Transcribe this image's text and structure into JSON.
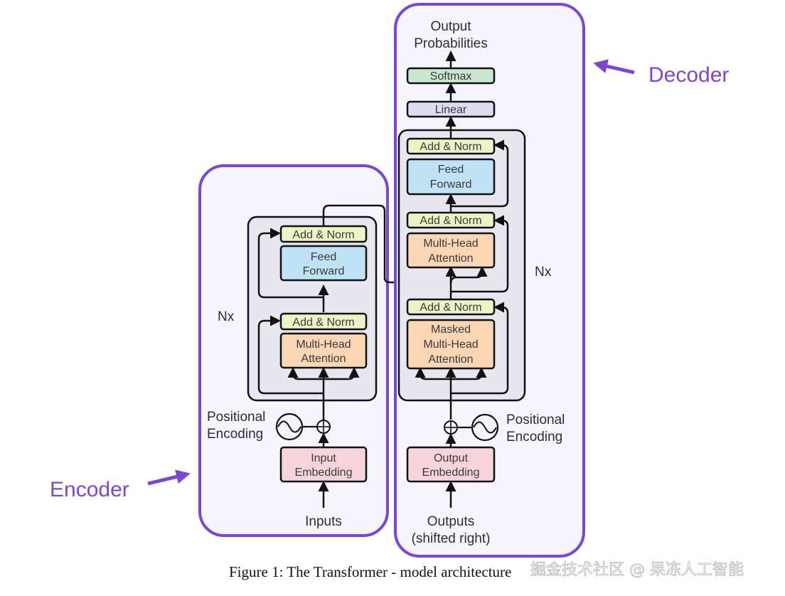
{
  "figure": {
    "caption": "Figure 1: The Transformer - model architecture",
    "watermark": "掘金技术社区 @ 果冻人工智能"
  },
  "annotations": {
    "encoder_label": "Encoder",
    "decoder_label": "Decoder",
    "accent_color": "#7b45d6"
  },
  "encoder": {
    "repeat_label": "Nx",
    "add_norm_top": "Add & Norm",
    "feed_forward": [
      "Feed",
      "Forward"
    ],
    "add_norm_bottom": "Add & Norm",
    "attention": [
      "Multi-Head",
      "Attention"
    ],
    "positional_encoding": [
      "Positional",
      "Encoding"
    ],
    "embedding": [
      "Input",
      "Embedding"
    ],
    "input_label": "Inputs"
  },
  "decoder": {
    "output_label": [
      "Output",
      "Probabilities"
    ],
    "softmax": "Softmax",
    "linear": "Linear",
    "repeat_label": "Nx",
    "add_norm_top": "Add & Norm",
    "feed_forward": [
      "Feed",
      "Forward"
    ],
    "add_norm_mid": "Add & Norm",
    "cross_attention": [
      "Multi-Head",
      "Attention"
    ],
    "add_norm_bottom": "Add & Norm",
    "masked_attention": [
      "Masked",
      "Multi-Head",
      "Attention"
    ],
    "positional_encoding": [
      "Positional",
      "Encoding"
    ],
    "embedding": [
      "Output",
      "Embedding"
    ],
    "input_label": [
      "Outputs",
      "(shifted right)"
    ]
  },
  "colors": {
    "add_norm": "#eef3c6",
    "feed_forward": "#bfe3f5",
    "attention": "#fbd6b4",
    "embedding": "#f7d4d9",
    "softmax": "#c8e6d0",
    "linear": "#dcdcf0",
    "stack_bg": "#e8e7ef",
    "panel_bg": "#f6f4fc"
  }
}
